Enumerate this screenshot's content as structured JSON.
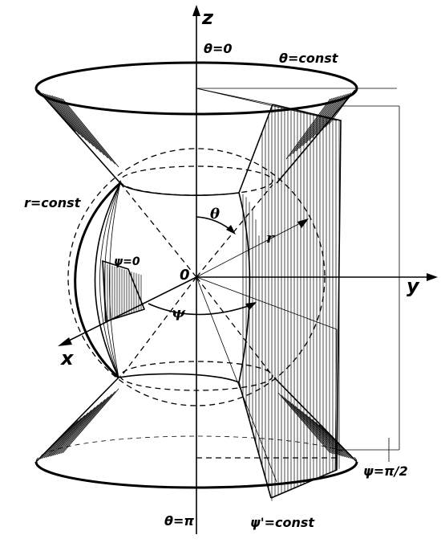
{
  "labels": {
    "z_axis": "z",
    "y_axis": "y",
    "x_axis": "x",
    "origin": "0",
    "theta_zero": "θ=0",
    "theta_const": "θ=const",
    "r_const": "r=const",
    "theta": "θ",
    "r": "r",
    "psi_zero": "ψ=0",
    "psi": "ψ",
    "psi_half_pi": "ψ=π/2",
    "theta_pi": "θ=π",
    "psi_const": "ψ'=const"
  },
  "colors": {
    "ink": "#000000",
    "paper": "#ffffff"
  }
}
